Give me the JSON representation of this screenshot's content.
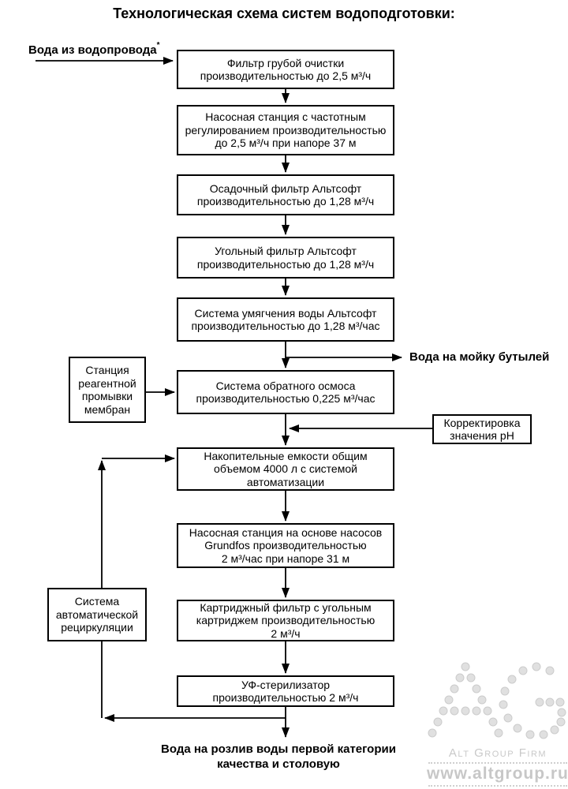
{
  "title": "Технологическая схема систем водоподготовки:",
  "labels": {
    "source": "Вода из водопровода",
    "source_mark": "*",
    "bottle_wash": "Вода на мойку бутылей",
    "output": "Вода на розлив воды первой категории\nкачества и столовую"
  },
  "steps": {
    "coarse_filter": "Фильтр грубой очистки\nпроизводительностью до 2,5 м³/ч",
    "pump_station_1": "Насосная станция с частотным\nрегулированием производительностью\nдо 2,5 м³/ч при напоре 37 м",
    "sediment_filter": "Осадочный фильтр Альтсофт\nпроизводительностью до 1,28 м³/ч",
    "carbon_filter": "Угольный фильтр Альтсофт\nпроизводительностью до 1,28 м³/ч",
    "softening_system": "Система умягчения воды Альтсофт\nпроизводительностью до 1,28 м³/час",
    "reverse_osmosis": "Система обратного осмоса\nпроизводительностью 0,225 м³/час",
    "storage_tanks": "Накопительные емкости общим\nобъемом 4000 л с системой\nавтоматизации",
    "pump_station_2": "Насосная станция на основе насосов\nGrundfos производительностью\n2 м³/час при напоре 31 м",
    "cartridge_filter": "Картриджный фильтр с угольным\nкартриджем производительностью\n2 м³/ч",
    "uv_sterilizer": "УФ-стерилизатор\nпроизводительностью 2 м³/ч"
  },
  "side_units": {
    "reagent_wash": "Станция\nреагентной\nпромывки\nмембран",
    "ph_correction": "Корректировка\nзначения pH",
    "recirculation": "Система\nавтоматической\nрециркуляции"
  },
  "watermark": {
    "firm": "Alt Group Firm",
    "url": "www.altgroup.ru"
  },
  "colors": {
    "line": "#000000",
    "watermark_gray": "#d9d9d9"
  }
}
